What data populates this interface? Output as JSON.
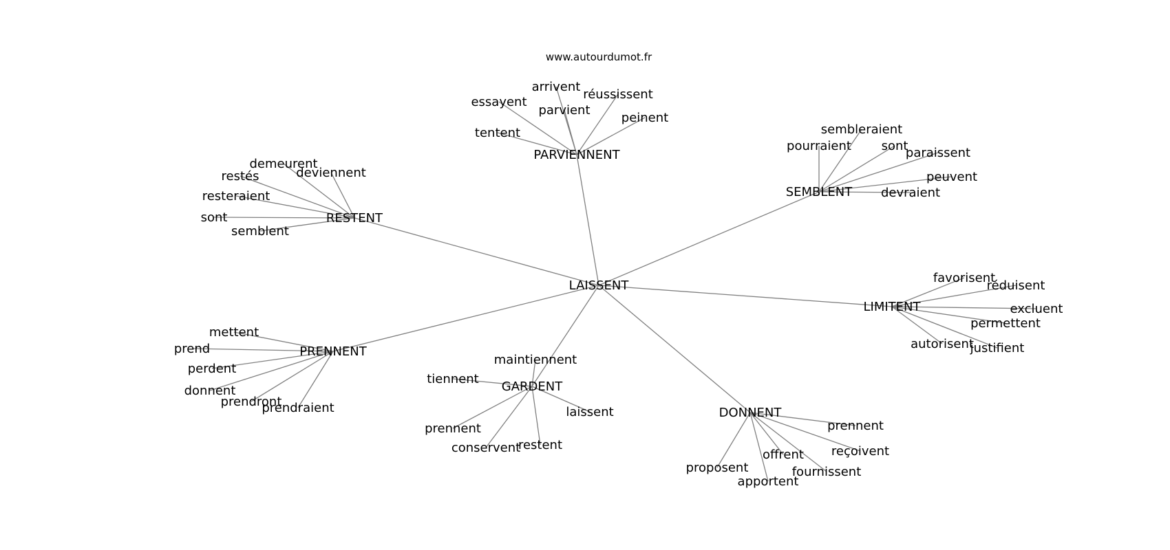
{
  "source": "www.autourdumot.fr",
  "center": "LAISSENT",
  "clusters": [
    {
      "label": "PARVIENNENT",
      "words": [
        "arrivent",
        "réussissent",
        "essayent",
        "parvient",
        "peinent",
        "tentent"
      ]
    },
    {
      "label": "SEMBLENT",
      "words": [
        "sembleraient",
        "pourraient",
        "sont",
        "paraissent",
        "peuvent",
        "devraient"
      ]
    },
    {
      "label": "RESTENT",
      "words": [
        "demeurent",
        "restés",
        "deviennent",
        "resteraient",
        "sont",
        "semblent"
      ]
    },
    {
      "label": "LIMITENT",
      "words": [
        "favorisent",
        "réduisent",
        "excluent",
        "permettent",
        "autorisent",
        "justifient"
      ]
    },
    {
      "label": "PRENNENT",
      "words": [
        "mettent",
        "prend",
        "perdent",
        "donnent",
        "prendront",
        "prendraient"
      ]
    },
    {
      "label": "GARDENT",
      "words": [
        "maintiennent",
        "tiennent",
        "laissent",
        "prennent",
        "conservent",
        "restent"
      ]
    },
    {
      "label": "DONNENT",
      "words": [
        "prennent",
        "reçoivent",
        "offrent",
        "fournissent",
        "proposent",
        "apportent"
      ]
    }
  ]
}
